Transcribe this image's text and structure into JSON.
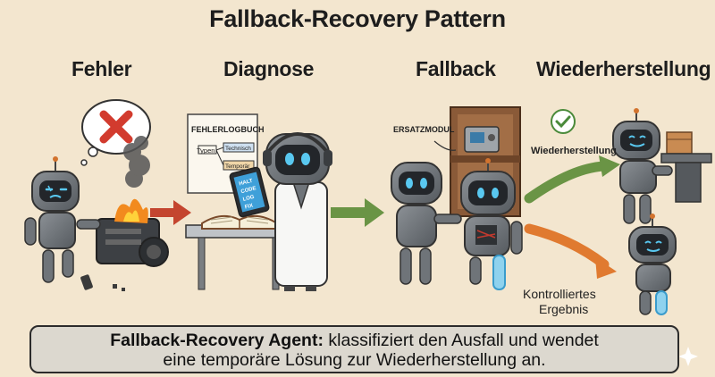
{
  "title": "Fallback-Recovery Pattern",
  "stages": [
    {
      "label": "Fehler"
    },
    {
      "label": "Diagnose"
    },
    {
      "label": "Fallback"
    },
    {
      "label": "Wiederherstellung"
    }
  ],
  "diagnosis_board": {
    "heading": "FEHLERLOGBUCH",
    "row1_left": "Typen",
    "row1_right": "Technisch",
    "row2_right": "Temporär"
  },
  "tablet_lines": [
    "HALT",
    "CODE",
    "LOG",
    "FIX"
  ],
  "fallback_shelf_label": "ERSATZMODUL",
  "recovery": {
    "success_label": "Wiederherstellung",
    "controlled_line1": "Kontrolliertes",
    "controlled_line2": "Ergebnis"
  },
  "footer": {
    "bold": "Fallback-Recovery Agent:",
    "line1_rest": " klassifiziert den Ausfall und wendet",
    "line2": "eine temporäre Lösung zur Wiederherstellung an."
  },
  "colors": {
    "arrow_red": "#c4452f",
    "arrow_green": "#6a9445",
    "arrow_orange": "#e07a30",
    "robot_body": "#6f7479",
    "robot_eye": "#59c8f0",
    "background": "#f3e6cf"
  }
}
